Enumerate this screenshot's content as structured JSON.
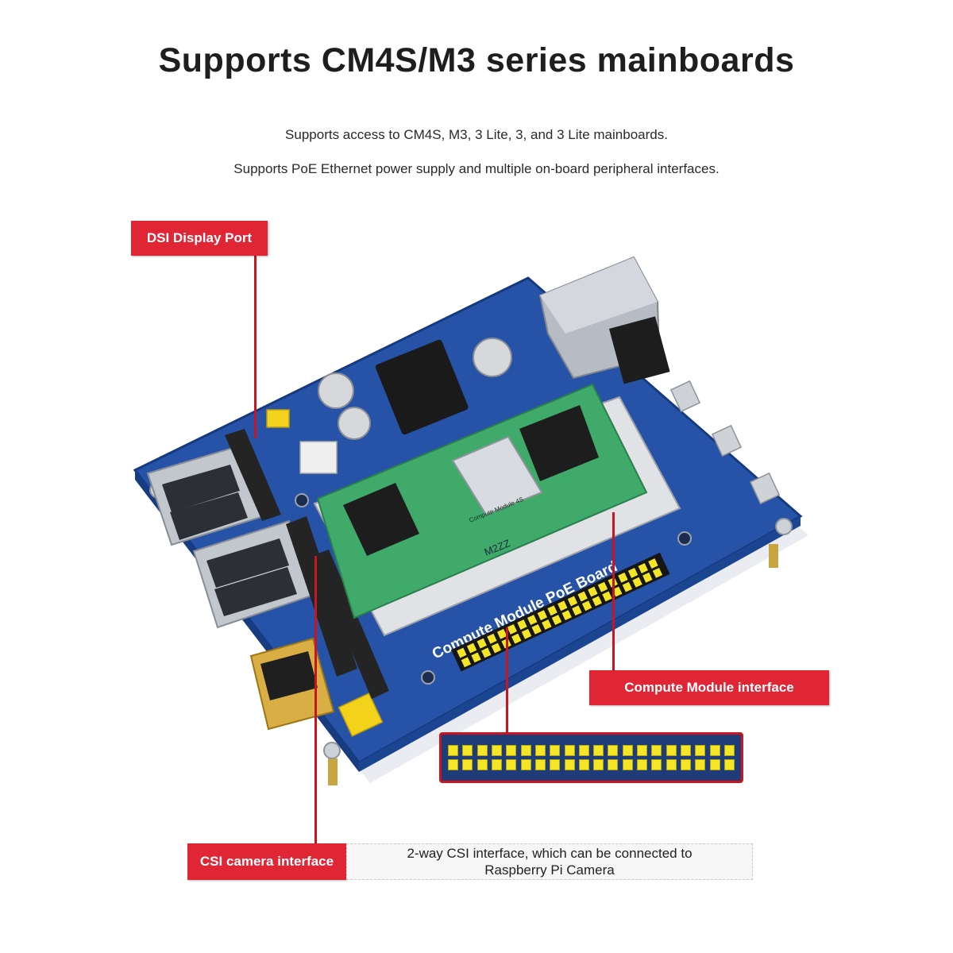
{
  "header": {
    "title": "Supports CM4S/M3 series mainboards",
    "subtitle_line1": "Supports access to CM4S, M3, 3 Lite, 3, and 3 Lite mainboards.",
    "subtitle_line2": "Supports PoE Ethernet power supply and multiple on-board peripheral interfaces."
  },
  "callouts": {
    "dsi": "DSI Display Port",
    "compute_module": "Compute Module interface",
    "csi": "CSI camera interface",
    "csi_desc_line1": "2-way CSI interface, which can be connected to",
    "csi_desc_line2": "Raspberry Pi Camera"
  },
  "board": {
    "name": "Compute Module PoE Board",
    "module_name": "Compute Module 4S",
    "module_code": "M2ZZ"
  },
  "colors": {
    "accent_red": "#e02535",
    "board_blue": "#2653a8",
    "module_green": "#3faa6a",
    "header_pin_yellow": "#f4e626"
  }
}
